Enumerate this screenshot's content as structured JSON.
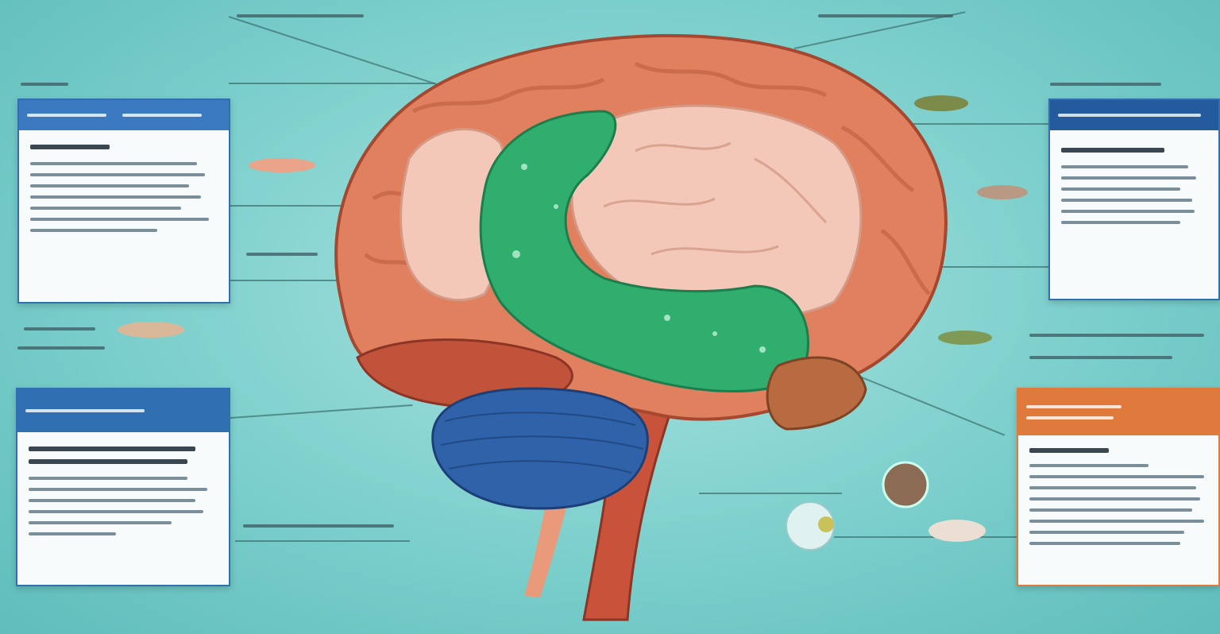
{
  "colors": {
    "background": "#7ccfcc",
    "cerebrum": "#e0805f",
    "inner_lobe": "#f3c8b8",
    "highlight_region": "#2fae6e",
    "cerebellum": "#2f62a8",
    "brainstem": "#c8533a",
    "panel_header_blue": "#2f6fb2",
    "panel_header_orange": "#e07a3c"
  },
  "panels": [
    {
      "id": "top-left",
      "style": "blue",
      "text_lines": 7
    },
    {
      "id": "bottom-left",
      "style": "blue",
      "text_lines": 6
    },
    {
      "id": "top-right",
      "style": "blue",
      "text_lines": 6
    },
    {
      "id": "bottom-right",
      "style": "orange",
      "text_lines": 8
    }
  ],
  "note": ""
}
